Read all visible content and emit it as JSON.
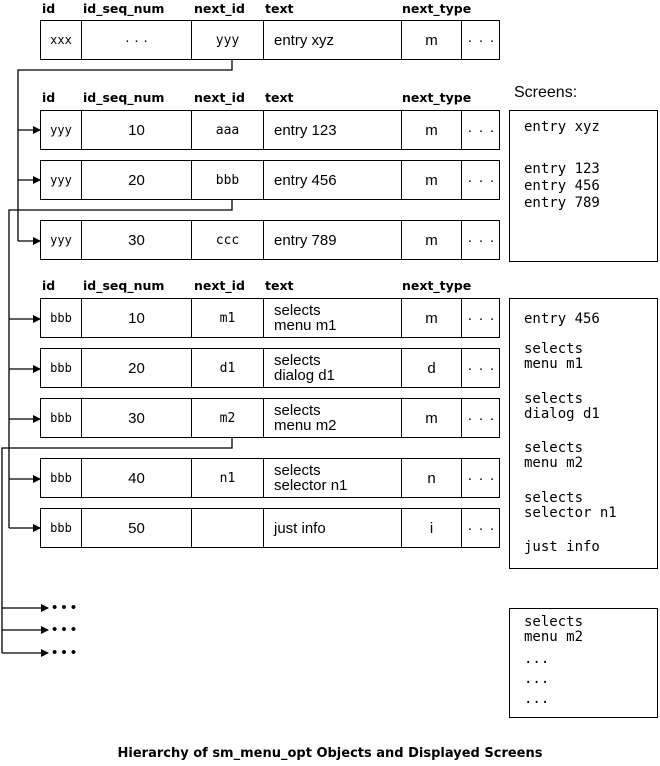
{
  "headers": [
    "id",
    "id_seq_num",
    "next_id",
    "text",
    "next_type"
  ],
  "tables": [
    {
      "rows": [
        {
          "id": "xxx",
          "seq": "· · ·",
          "next_id": "yyy",
          "text": "entry xyz",
          "type": "m",
          "more": "· · ·"
        }
      ]
    },
    {
      "rows": [
        {
          "id": "yyy",
          "seq": "10",
          "next_id": "aaa",
          "text": "entry 123",
          "type": "m",
          "more": "· · ·"
        },
        {
          "id": "yyy",
          "seq": "20",
          "next_id": "bbb",
          "text": "entry 456",
          "type": "m",
          "more": "· · ·"
        },
        {
          "id": "yyy",
          "seq": "30",
          "next_id": "ccc",
          "text": "entry 789",
          "type": "m",
          "more": "· · ·"
        }
      ]
    },
    {
      "rows": [
        {
          "id": "bbb",
          "seq": "10",
          "next_id": "m1",
          "text": "selects\nmenu m1",
          "type": "m",
          "more": "· · ·"
        },
        {
          "id": "bbb",
          "seq": "20",
          "next_id": "d1",
          "text": "selects\ndialog d1",
          "type": "d",
          "more": "· · ·"
        },
        {
          "id": "bbb",
          "seq": "30",
          "next_id": "m2",
          "text": "selects\nmenu m2",
          "type": "m",
          "more": "· · ·"
        },
        {
          "id": "bbb",
          "seq": "40",
          "next_id": "n1",
          "text": "selects\nselector n1",
          "type": "n",
          "more": "· · ·"
        },
        {
          "id": "bbb",
          "seq": "50",
          "next_id": "",
          "text": "just info",
          "type": "i",
          "more": "· · ·"
        }
      ]
    }
  ],
  "screens_label": "Screens:",
  "screens": [
    {
      "lines": [
        "entry xyz",
        "",
        "entry 123",
        "entry 456",
        "entry 789"
      ]
    },
    {
      "lines": [
        "entry 456",
        "",
        "selects",
        "menu m1",
        "",
        "selects",
        "dialog d1",
        "",
        "selects",
        "menu m2",
        "",
        "selects",
        "selector n1",
        "",
        "just info"
      ]
    },
    {
      "lines": [
        "selects",
        "menu m2",
        "...",
        "...",
        "..."
      ]
    }
  ],
  "continuation": [
    "• • •",
    "• • •",
    "• • •"
  ],
  "caption": "Hierarchy of sm_menu_opt Objects and Displayed Screens"
}
